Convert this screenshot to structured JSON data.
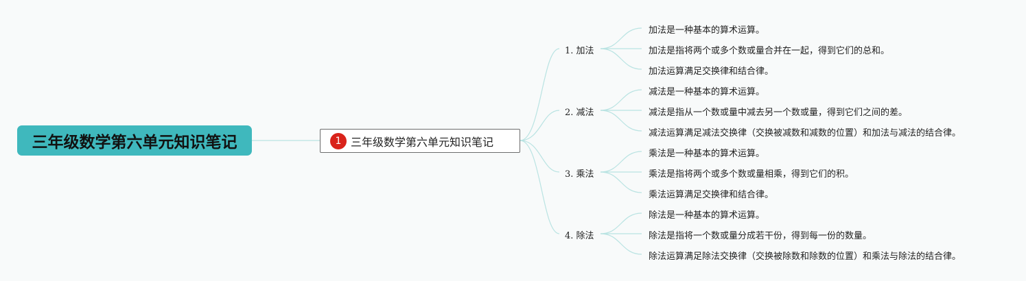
{
  "root": {
    "label": "三年级数学第六单元知识笔记"
  },
  "subtopic": {
    "badge": "1",
    "label": "三年级数学第六单元知识笔记"
  },
  "topics": [
    {
      "label": "1. 加法",
      "items": [
        "加法是一种基本的算术运算。",
        "加法是指将两个或多个数或量合并在一起，得到它们的总和。",
        "加法运算满足交换律和结合律。"
      ]
    },
    {
      "label": "2. 减法",
      "items": [
        "减法是一种基本的算术运算。",
        "减法是指从一个数或量中减去另一个数或量，得到它们之间的差。",
        "减法运算满足减法交换律（交换被减数和减数的位置）和加法与减法的结合律。"
      ]
    },
    {
      "label": "3. 乘法",
      "items": [
        "乘法是一种基本的算术运算。",
        "乘法是指将两个或多个数或量相乘，得到它们的积。",
        "乘法运算满足交换律和结合律。"
      ]
    },
    {
      "label": "4. 除法",
      "items": [
        "除法是一种基本的算术运算。",
        "除法是指将一个数或量分成若干份，得到每一份的数量。",
        "除法运算满足除法交换律（交换被除数和除数的位置）和乘法与除法的结合律。"
      ]
    }
  ],
  "colors": {
    "root_bg": "#3fb8bd",
    "line": "#b9e3e2",
    "badge": "#d9231b",
    "background": "#f8fafa"
  }
}
